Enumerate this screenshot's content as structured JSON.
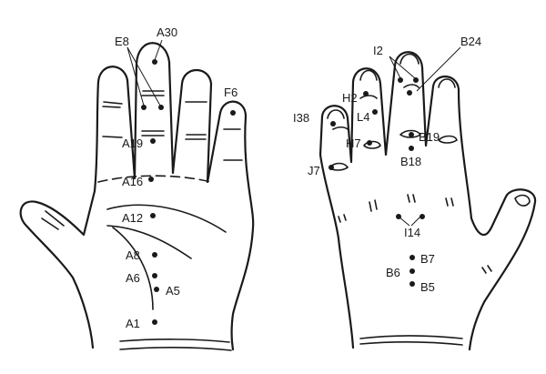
{
  "points": {
    "left": [
      "E8",
      "A30",
      "F6",
      "A19",
      "A16",
      "A12",
      "A8",
      "A6",
      "A5",
      "A1"
    ],
    "right": [
      "I2",
      "B24",
      "H2",
      "L4",
      "I38",
      "H7",
      "B19",
      "B18",
      "J7",
      "I14",
      "B7",
      "B6",
      "B5"
    ]
  },
  "colors": {
    "ink": "#1a1a1a",
    "background": "#ffffff"
  }
}
